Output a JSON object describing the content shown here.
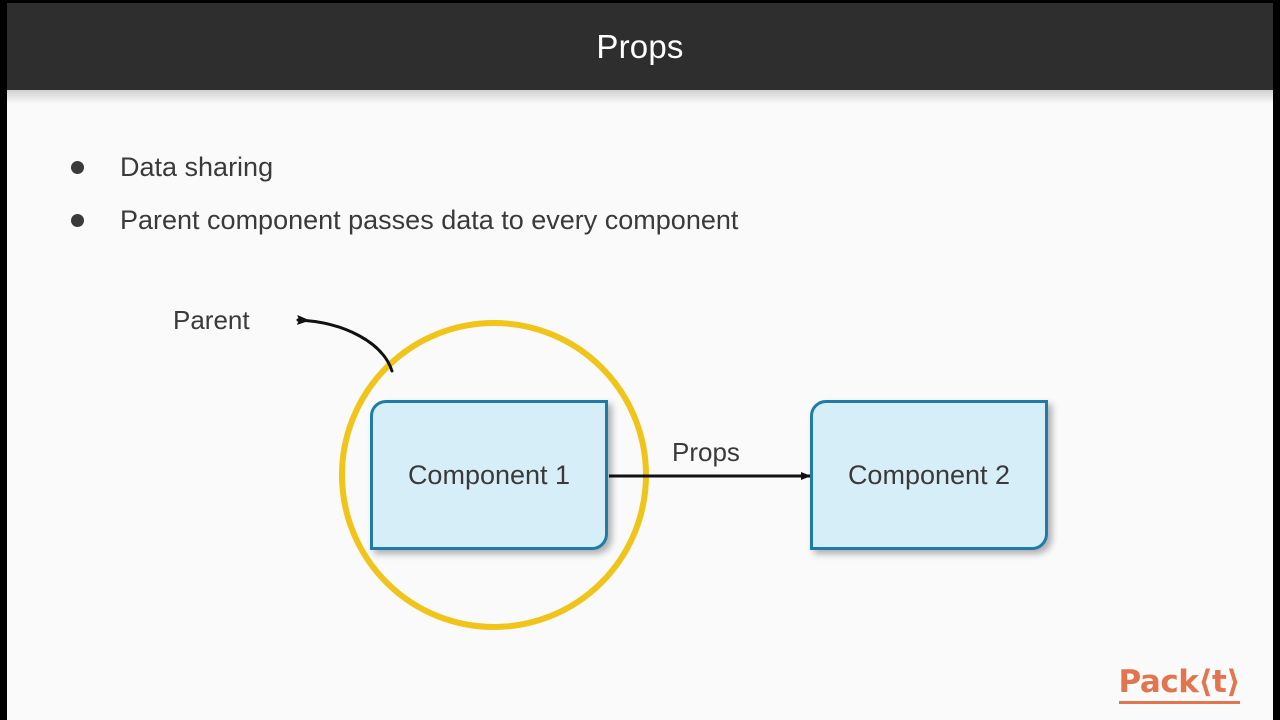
{
  "slide": {
    "header": {
      "title": "Props",
      "background_color": "#2E2E2E",
      "text_color": "#FFFFFF"
    },
    "background_color": "#FAFAFA",
    "bullets": [
      {
        "text": "Data sharing"
      },
      {
        "text": "Parent component passes data to every component"
      }
    ],
    "diagram": {
      "circle_label": "Parent",
      "edge_label": "Props",
      "circle_color": "#F0C419",
      "node_fill_color": "#D6EEF8",
      "node_border_color": "#1F7BA8",
      "arrow_color": "#111111",
      "nodes": [
        {
          "label": "Component 1"
        },
        {
          "label": "Component 2"
        }
      ]
    },
    "footer": {
      "logo_text": "Pack",
      "logo_mark": "t",
      "logo_color": "#E2754E"
    }
  }
}
